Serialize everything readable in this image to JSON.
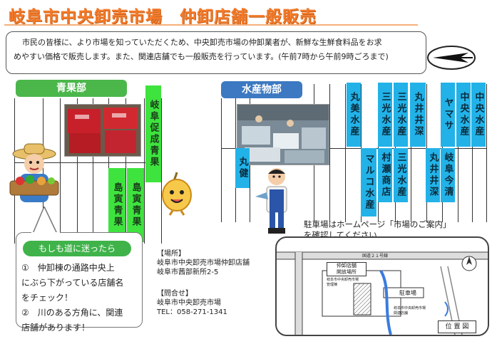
{
  "header": {
    "title": "岐阜市中央卸売市場　仲卸店舗一般販売"
  },
  "intro": {
    "line1": "市民の皆様に、より市場を知っていただくため、中央卸売市場の仲卸業者が、新鮮な生鮮食料品をお求",
    "line2": "めやすい価格で販売します。また、関連店舗でも一般販売を行っています。(午前7時から午前9時ごろまで)"
  },
  "colors": {
    "title": "#f47a2a",
    "produce_tab": "#4bb74b",
    "seafood_tab": "#3c79c2",
    "produce_shop": "#3ee33e",
    "seafood_shop": "#22b2e8",
    "callout_head": "#3fb34a"
  },
  "produce": {
    "tab_label": "青果部",
    "shops": [
      "岐阜促成青果",
      "島寅青果",
      "島寅青果"
    ]
  },
  "seafood": {
    "tab_label": "水産物部",
    "shops_top": [
      "丸美水産",
      "三光水産",
      "三光水産",
      "丸井井深",
      "ヤマサ",
      "中央水産",
      "中央水産"
    ],
    "shops_bottom": [
      "丸健",
      "マルコ水産",
      "村瀬商店",
      "三光水産",
      "丸井井深",
      "岐阜今清"
    ]
  },
  "callout": {
    "title": "もしも道に迷ったら",
    "item1_line1": "①　仲卸棟の通路中央上",
    "item1_line2": "にぶら下がっている店舗名",
    "item1_line3": "をチェック！",
    "item2_line1": "②　川のある方角に、関連",
    "item2_line2": "店舗があります！"
  },
  "location": {
    "label": "【場所】",
    "line1": "岐阜市中央卸売市場仲卸店舗",
    "line2": "岐阜市茜部新所2-5"
  },
  "contact": {
    "label": "【問合せ】",
    "name": "岐阜市中央卸売市場",
    "tel": "TEL：058-271-1341"
  },
  "parking": {
    "line1": "駐車場はホームページ「市場のご案内」",
    "line2": "を確認してください"
  },
  "map": {
    "road_label": "国道２１号線",
    "nakaoroshi_label1": "仲卸店舗",
    "nakaoroshi_label2": "開放場所",
    "parking_label": "駐車場",
    "legend": "位 置 図",
    "bldg_label1": "岐阜市中央卸売市場",
    "bldg_label2": "管理棟",
    "bldg_label3": "岐阜市中央卸売市場",
    "bldg_label4": "関連店舗"
  },
  "icons": [
    "compass-icon",
    "farmer-illustration-icon",
    "onion-mascot-icon",
    "fisherman-illustration-icon",
    "north-arrow-icon"
  ]
}
